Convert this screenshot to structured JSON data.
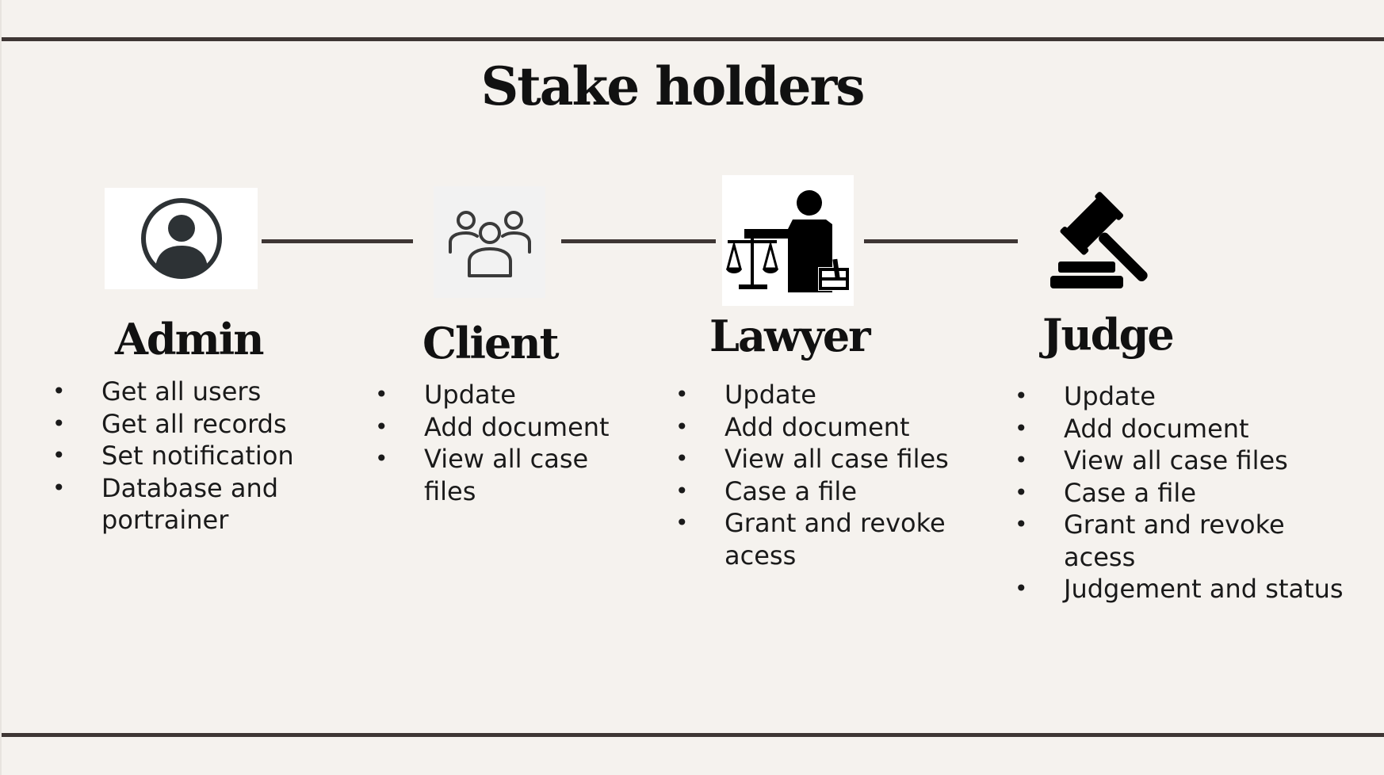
{
  "title": "Stake holders",
  "stakeholders": [
    {
      "name": "Admin",
      "icon": "user-circle-icon",
      "items": [
        "Get all users",
        "Get all records",
        "Set notification",
        "Database and portrainer"
      ]
    },
    {
      "name": "Client",
      "icon": "group-users-icon",
      "items": [
        "Update",
        "Add document",
        "View all case files"
      ]
    },
    {
      "name": "Lawyer",
      "icon": "lawyer-scales-icon",
      "items": [
        "Update",
        "Add document",
        "View all case files",
        "Case a file",
        "Grant and revoke acess"
      ]
    },
    {
      "name": "Judge",
      "icon": "gavel-icon",
      "items": [
        "Update",
        "Add document",
        "View all case files",
        "Case a file",
        "Grant and revoke acess",
        "Judgement and status"
      ]
    }
  ],
  "colors": {
    "background": "#f5f2ee",
    "rule": "#3e3634",
    "text": "#111111"
  }
}
